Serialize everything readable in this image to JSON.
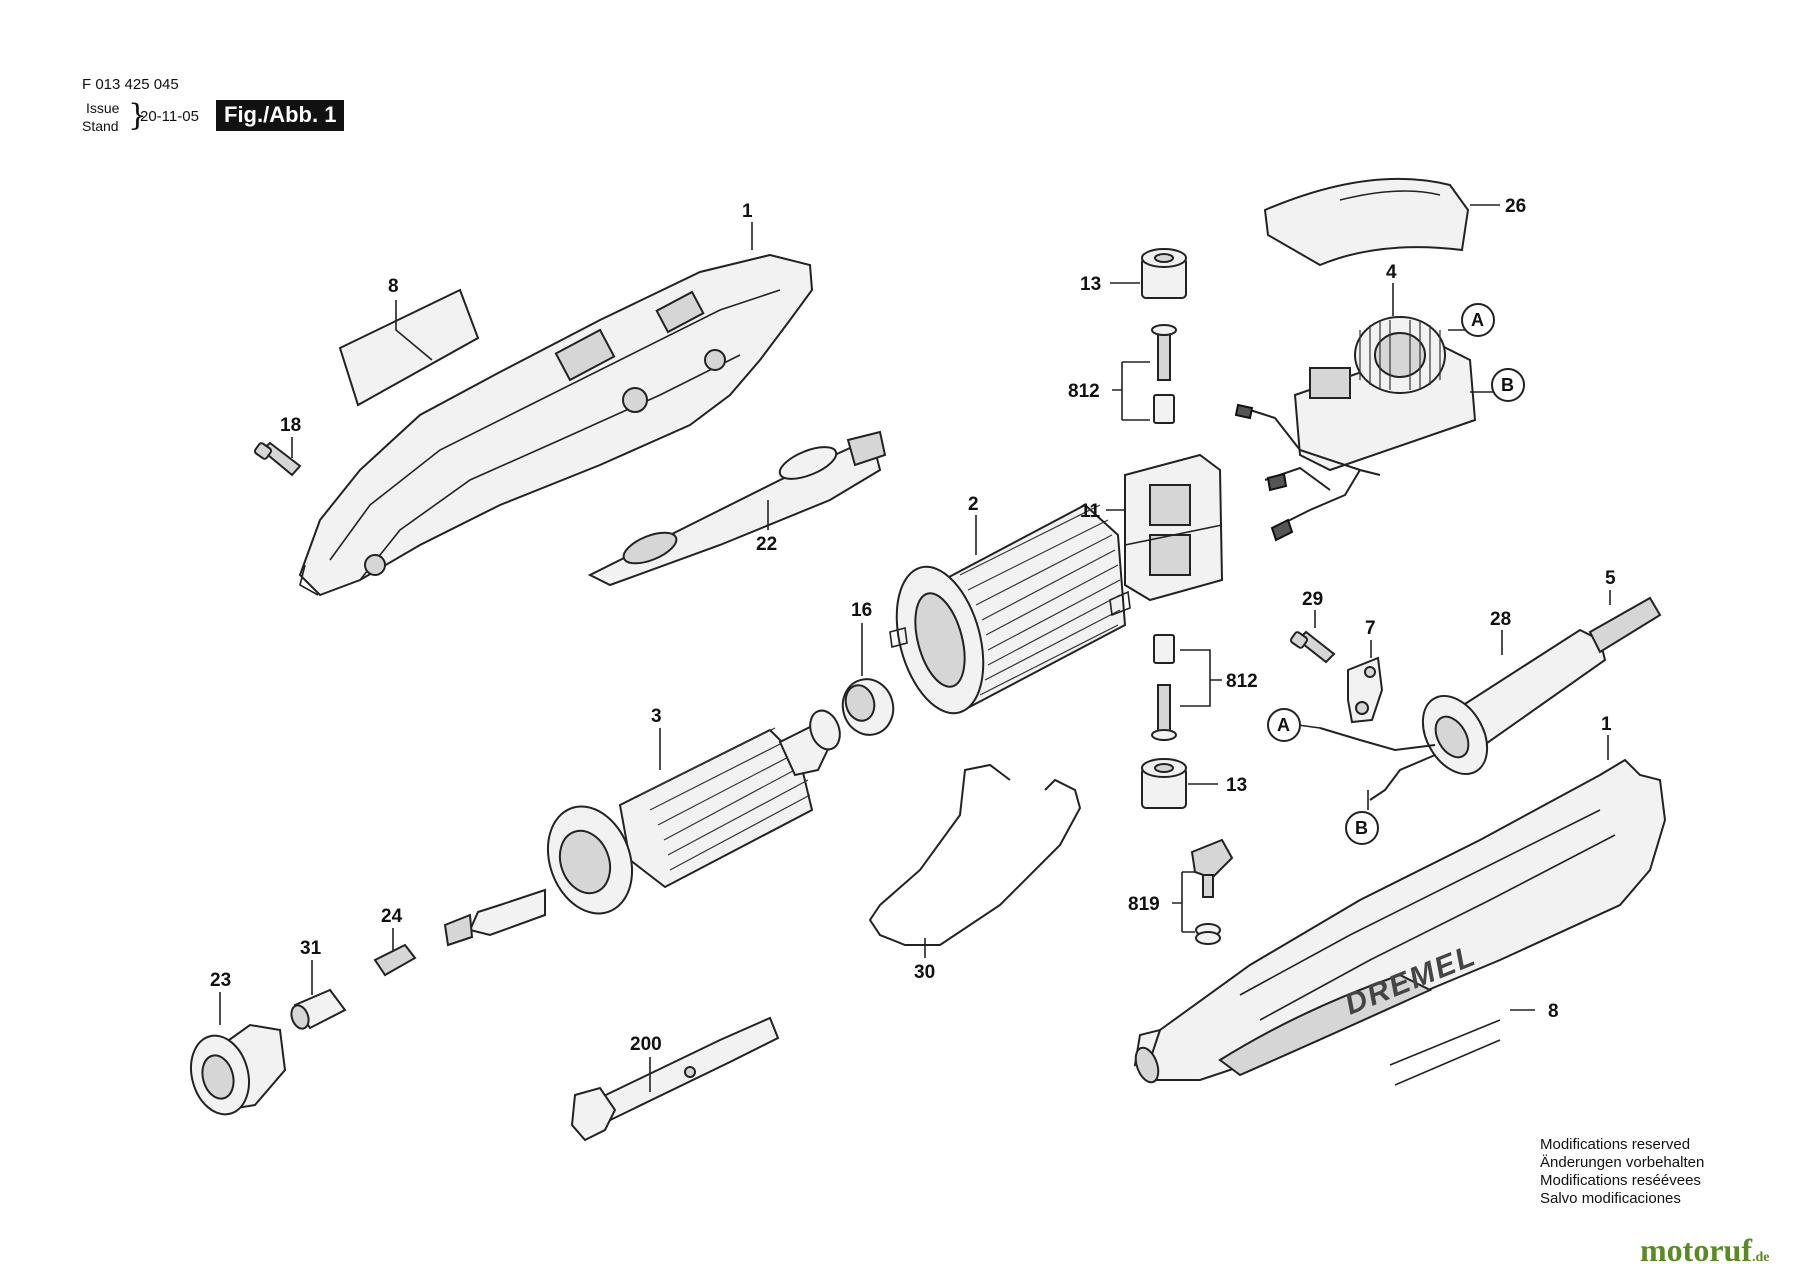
{
  "header": {
    "doc_number": "F 013 425 045",
    "issue_label": "Issue",
    "stand_label": "Stand",
    "date": "20-11-05",
    "figure_label": "Fig./Abb. 1"
  },
  "callouts": [
    "1",
    "8",
    "18",
    "22",
    "2",
    "16",
    "3",
    "24",
    "31",
    "23",
    "200",
    "30",
    "13",
    "812",
    "11",
    "812",
    "13",
    "819",
    "26",
    "4",
    "A",
    "B",
    "29",
    "7",
    "5",
    "28",
    "A",
    "B",
    "1",
    "8"
  ],
  "notes": {
    "en": "Modifications reserved",
    "de": "Änderungen vorbehalten",
    "fr": "Modifications reséévees",
    "es": "Salvo modificaciones"
  },
  "watermark": {
    "name": "motoruf",
    "tld": ".de"
  },
  "product_brand": "DREMEL",
  "colors": {
    "line": "#222222",
    "watermark": "#5a8a24",
    "figure_bg": "#111111"
  }
}
